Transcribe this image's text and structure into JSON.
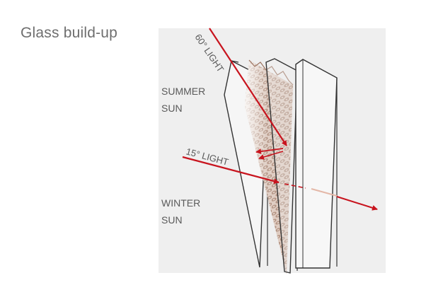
{
  "title": "Glass build-up",
  "labels": {
    "summer_line1": "SUMMER",
    "summer_line2": "SUN",
    "winter_line1": "WINTER",
    "winter_line2": "SUN",
    "light_60": "60° LIGHT",
    "light_15": "15° LIGHT"
  },
  "colors": {
    "background_panel": "#efefef",
    "ray": "#c8141e",
    "mesh": "#a8836f",
    "glass_edge": "#333333",
    "spacer": "#1f3f8f"
  }
}
